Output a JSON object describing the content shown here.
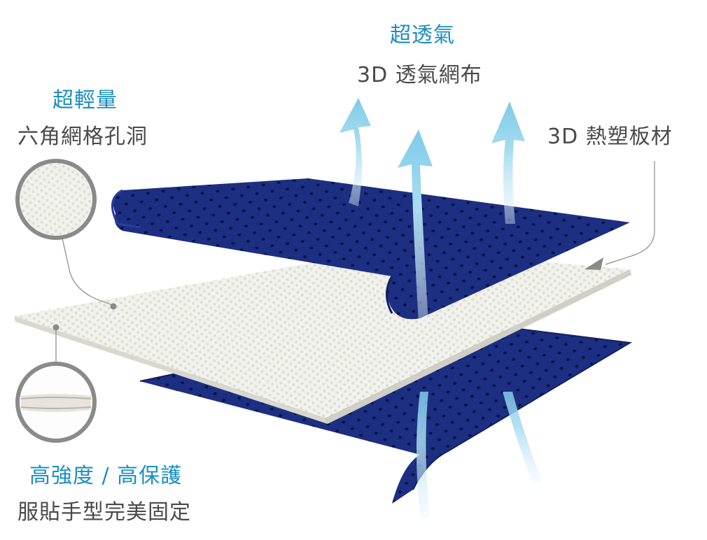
{
  "labels": {
    "breathable_title": "超透氣",
    "breathable_sub": "3D 透氣網布",
    "thermo": "3D 熱塑板材",
    "light_title": "超輕量",
    "light_sub": "六角網格孔洞",
    "strength_title": "高強度 / 高保護",
    "strength_sub": "服貼手型完美固定"
  },
  "colors": {
    "accent_text": "#1a8fbf",
    "body_text": "#4a4a4a",
    "mesh_navy": "#1c2f82",
    "mesh_hole": "#0a1440",
    "thermo_board": "#f1f1ec",
    "airflow_arrow": "#9ad6ee",
    "leader_line": "#8a8a8a"
  },
  "icons": [
    "airflow-arrow-icon",
    "pointer-arrow-icon",
    "magnifier-circle-icon"
  ]
}
